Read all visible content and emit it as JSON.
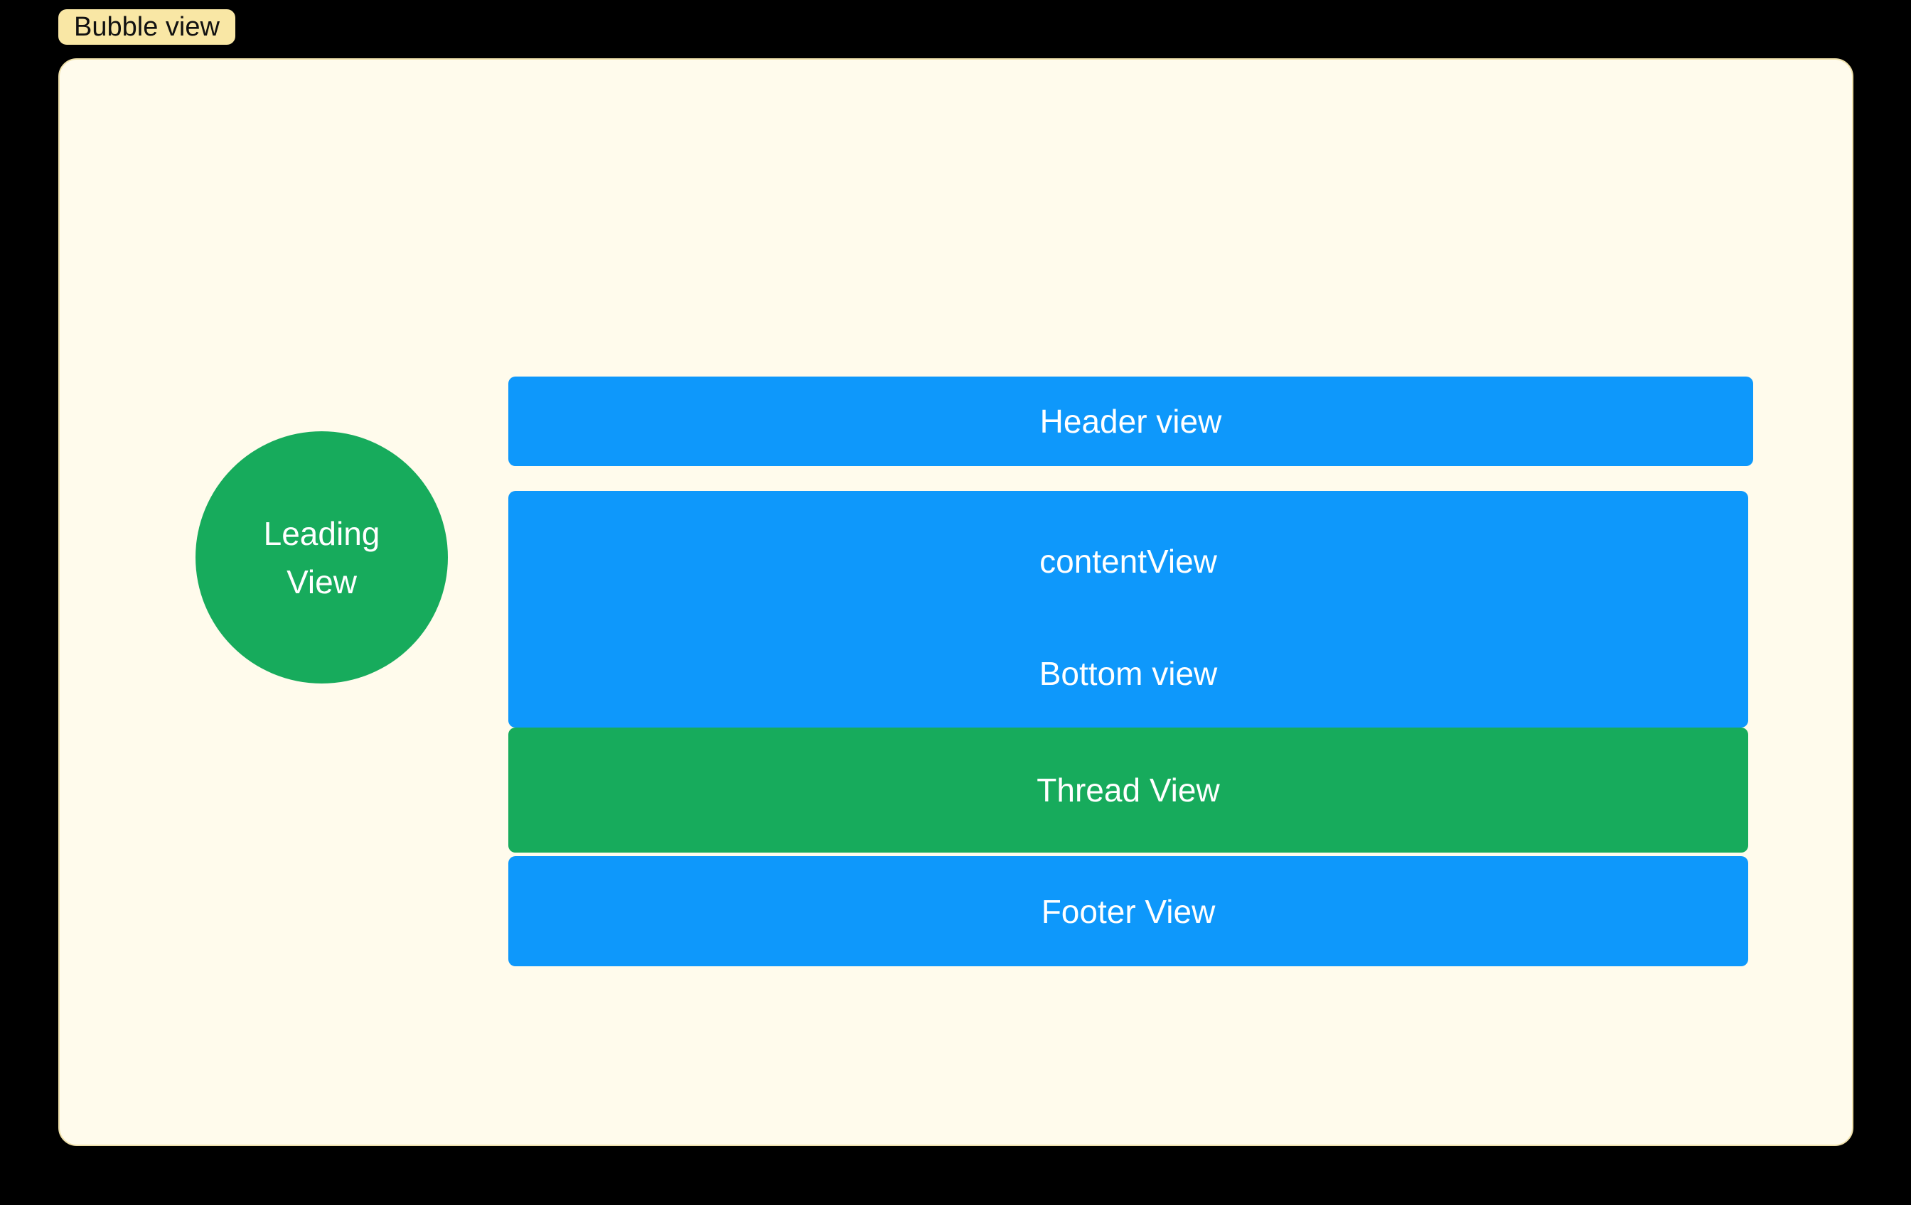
{
  "frame": {
    "tag_label": "Bubble view"
  },
  "views": {
    "leading": {
      "line1": "Leading",
      "line2": "View"
    },
    "header": {
      "label": "Header view"
    },
    "content": {
      "label": "contentView"
    },
    "bottom": {
      "label": "Bottom view"
    },
    "thread": {
      "label": "Thread View"
    },
    "footer": {
      "label": "Footer View"
    }
  },
  "colors": {
    "canvas_bg": "#000000",
    "artboard_bg": "#FFFBEC",
    "artboard_border": "#EFE0AA",
    "tag_bg": "#F9E7A5",
    "tag_text": "#111111",
    "blue": "#0E98FB",
    "green": "#17AB5C",
    "label_text": "#FFFFFF"
  }
}
